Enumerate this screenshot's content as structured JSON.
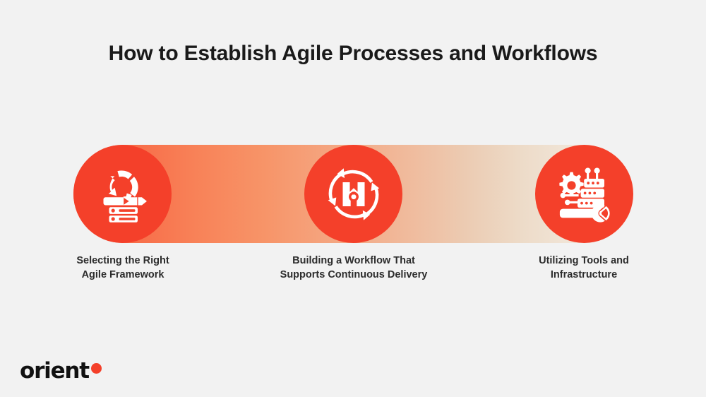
{
  "page": {
    "title": "How to Establish Agile Processes and Workflows",
    "background_color": "#f2f2f2"
  },
  "colors": {
    "accent": "#f4402a",
    "gradient_start": "#f4472b",
    "gradient_end": "#f2efe8",
    "title_text": "#1a1a1a",
    "caption_text": "#2c2c2c",
    "icon_fill": "#ffffff"
  },
  "steps": [
    {
      "index": 1,
      "caption": "Selecting the Right\nAgile Framework",
      "caption_line1": "Selecting the Right",
      "caption_line2": "Agile Framework",
      "icon": "framework-selection-icon"
    },
    {
      "index": 2,
      "caption": "Building a Workflow That\nSupports Continuous Delivery",
      "caption_line1": "Building a Workflow That",
      "caption_line2": "Supports Continuous Delivery",
      "icon": "continuous-delivery-cycle-icon"
    },
    {
      "index": 3,
      "caption": "Utilizing Tools and\nInfrastructure",
      "caption_line1": "Utilizing Tools and",
      "caption_line2": "Infrastructure",
      "icon": "tools-infrastructure-icon"
    }
  ],
  "logo": {
    "word": "orient",
    "dot_color": "#f4402a"
  }
}
